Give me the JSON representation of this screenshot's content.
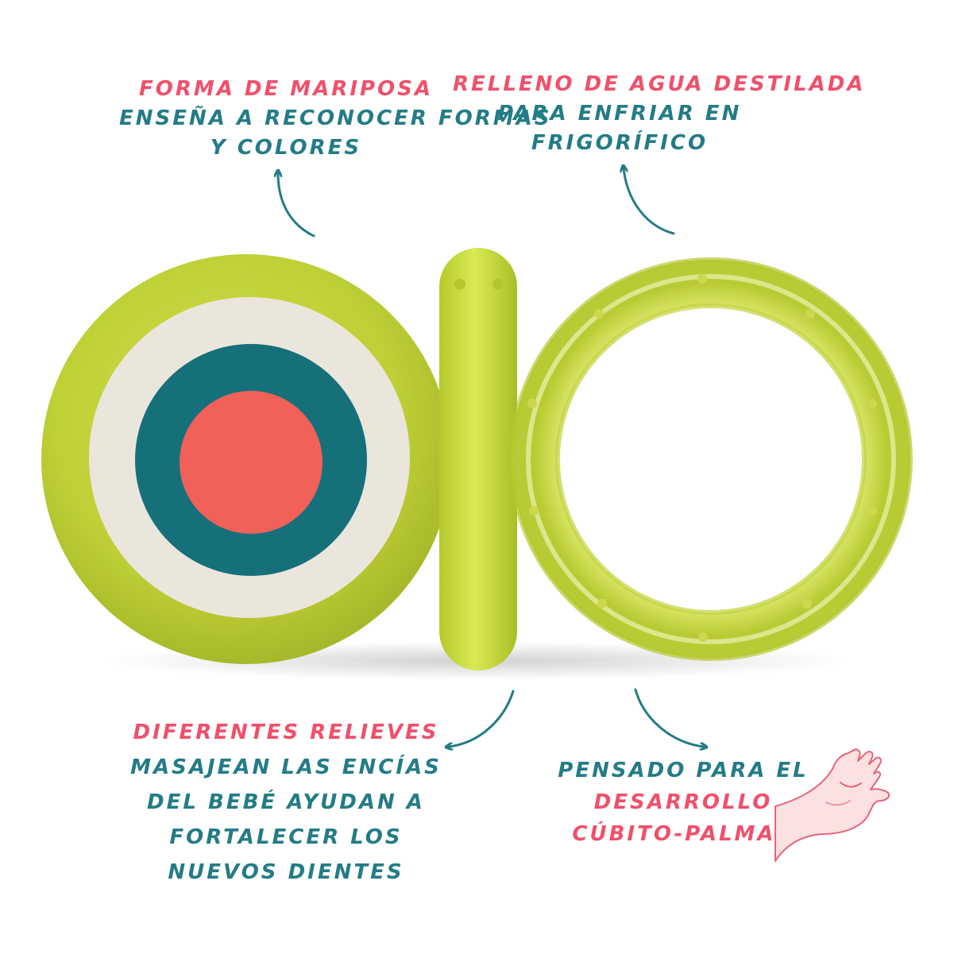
{
  "callouts": {
    "shape": {
      "title": "FORMA DE MARIPOSA",
      "lines": [
        "ENSEÑA A RECONOCER FORMAS",
        "Y COLORES"
      ]
    },
    "water": {
      "title": "RELLENO DE AGUA DESTILADA",
      "lines": [
        "PARA ENFRIAR EN",
        "FRIGORÍFICO"
      ]
    },
    "relief": {
      "title": "DIFERENTES RELIEVES",
      "lines": [
        "MASAJEAN LAS ENCÍAS",
        "DEL BEBÉ AYUDAN A",
        "FORTALECER LOS",
        "NUEVOS DIENTES"
      ]
    },
    "grip": {
      "intro": "PENSADO PARA EL",
      "lines": [
        "DESARROLLO",
        "CÚBITO-PALMAR"
      ]
    }
  },
  "colors": {
    "accent_pink": "#f0506b",
    "accent_teal": "#237c86",
    "toy_green": "#c2d43a",
    "toy_cream": "#ebe6dc",
    "toy_teal": "#16707a",
    "toy_coral": "#f2605a"
  },
  "icons": [
    "curved-arrow-icon",
    "hand-icon"
  ]
}
